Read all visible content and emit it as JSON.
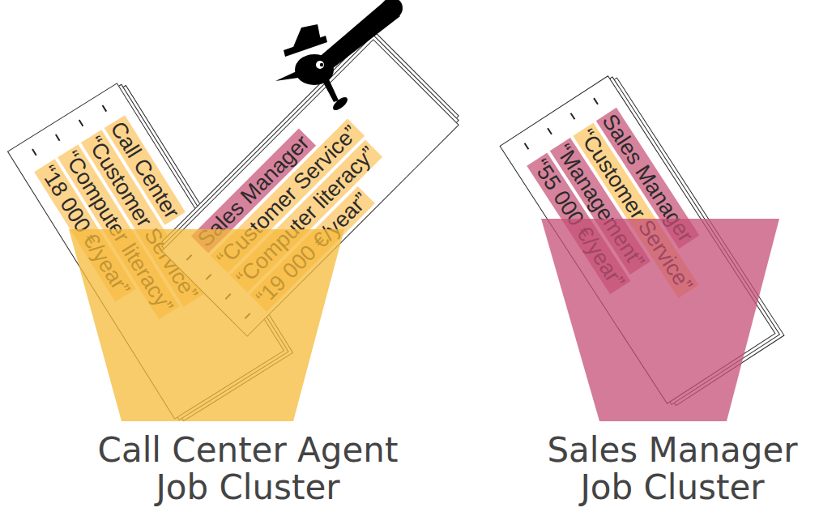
{
  "diagram": {
    "nodes": [
      {
        "text": [
          "Call Center Agent Job Cluster"
        ]
      },
      {
        "text": [
          "Call Center",
          "“Customer Service”",
          "“Computer literacy”",
          "“18 000 €/year”"
        ],
        "in": 0
      },
      {
        "text": [
          "Sales Manager",
          "“Customer Service”",
          "“Computer literacy”",
          "“19 000 €/year”"
        ],
        "in": 0
      },
      {
        "text": [
          "Sales Manager Job Cluster"
        ]
      },
      {
        "text": [
          "Sales Manager",
          "“Customer Service”",
          "“Management”",
          "“55 000 €/year”"
        ],
        "in": 3
      }
    ]
  }
}
